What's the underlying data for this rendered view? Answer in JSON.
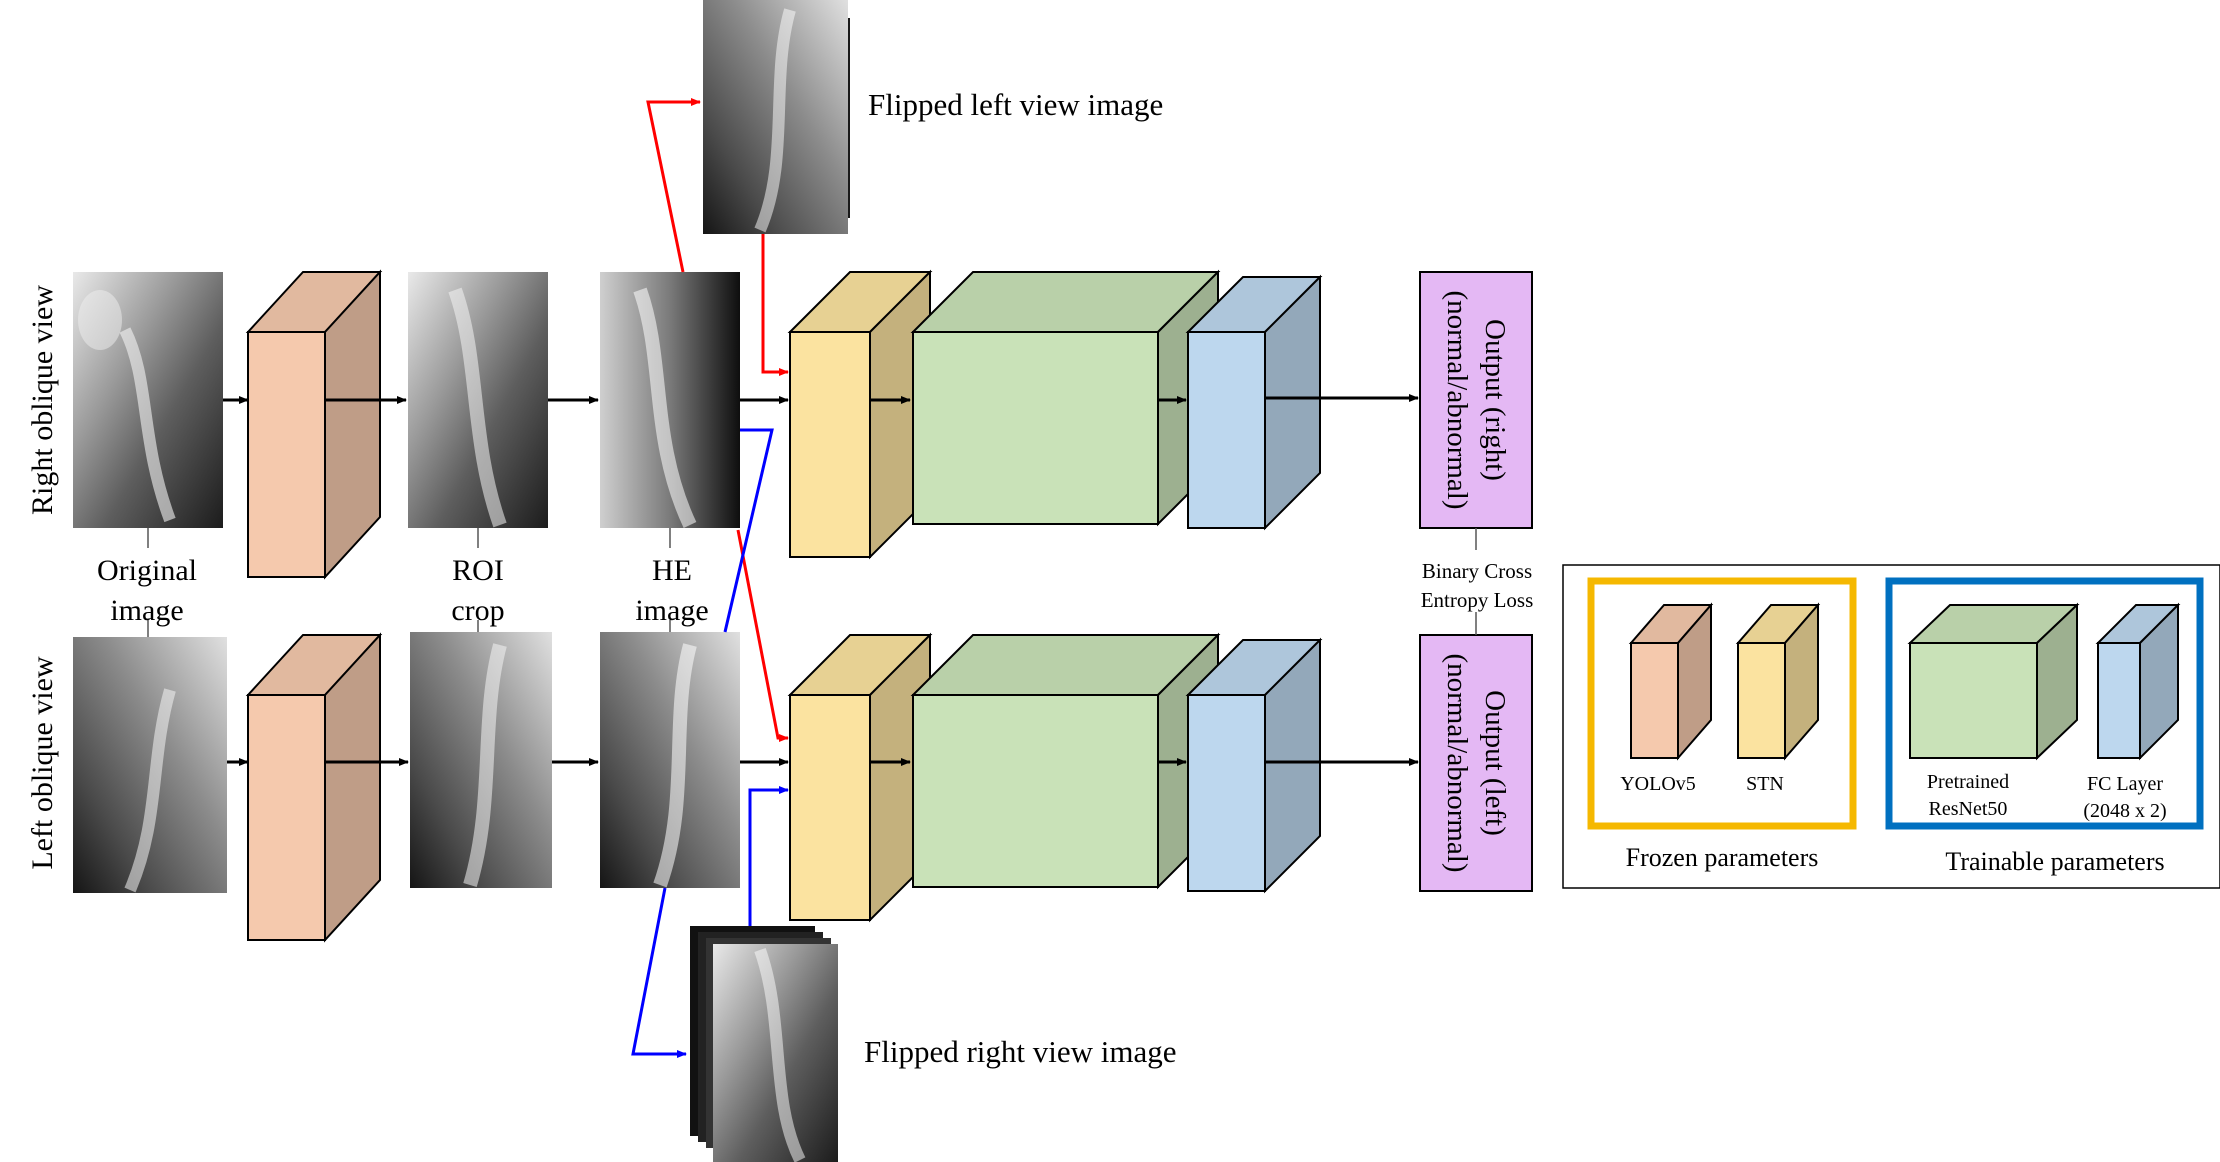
{
  "labels": {
    "right_view": "Right oblique view",
    "left_view": "Left oblique view",
    "original": [
      "Original",
      "image"
    ],
    "roi": [
      "ROI",
      "crop"
    ],
    "he": [
      "HE",
      "image"
    ],
    "flipped_left": "Flipped left view image",
    "flipped_right": "Flipped right view image",
    "output_right": [
      "Output (right)",
      "(normal/abnormal)"
    ],
    "output_left": [
      "Output (left)",
      "(normal/abnormal)"
    ],
    "loss": [
      "Binary Cross",
      "Entropy Loss"
    ]
  },
  "legend": {
    "frozen_title": "Frozen parameters",
    "trainable_title": "Trainable parameters",
    "yolo": "YOLOv5",
    "stn": "STN",
    "resnet": [
      "Pretrained",
      "ResNet50"
    ],
    "fc": [
      "FC Layer",
      "(2048 x 2)"
    ]
  },
  "colors": {
    "yolo": "#f5c9ad",
    "stn": "#fbe3a0",
    "resnet": "#c9e2b8",
    "fc": "#bdd7ee",
    "output": "#e4b8f4",
    "frozen_border": "#f5b800",
    "trainable_border": "#0070c0",
    "flip_right_arrow": "#ff0000",
    "flip_left_arrow": "#0000ff"
  }
}
